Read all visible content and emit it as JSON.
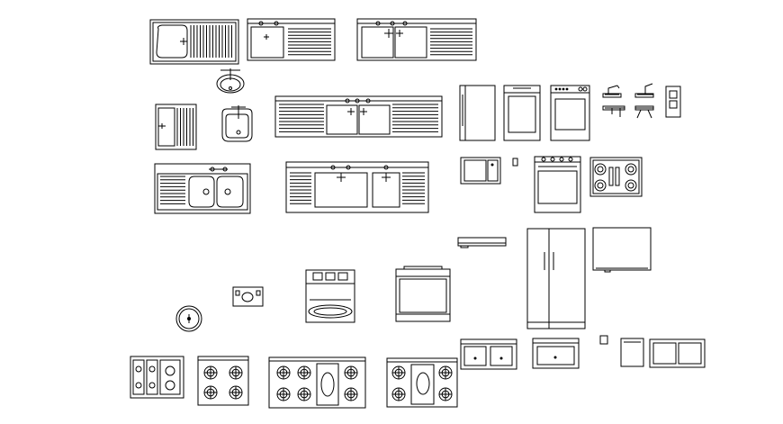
{
  "drawing": {
    "type": "cad-kitchen-appliance-blocks",
    "line_color": "#000000",
    "background": "#ffffff",
    "text_labels": []
  },
  "symbols": [
    {
      "id": "single-sink-drainboard-left",
      "kind": "sink",
      "count": 1
    },
    {
      "id": "drainboard-sink-right-bowl",
      "kind": "sink",
      "count": 2
    },
    {
      "id": "round-lavatory",
      "kind": "lavatory",
      "count": 1
    },
    {
      "id": "square-lavatory",
      "kind": "lavatory",
      "count": 1
    },
    {
      "id": "double-bowl-sink-drainboards",
      "kind": "sink",
      "count": 2
    },
    {
      "id": "bar-sink-drainboard-elevation",
      "kind": "sink",
      "count": 1
    },
    {
      "id": "double-bowl-drainboard-left",
      "kind": "sink",
      "count": 1
    },
    {
      "id": "refrigerator-side",
      "kind": "appliance",
      "count": 1
    },
    {
      "id": "dishwasher-front",
      "kind": "appliance",
      "count": 1
    },
    {
      "id": "range-front-elevation",
      "kind": "appliance",
      "count": 2
    },
    {
      "id": "faucet-symbols",
      "kind": "fixture",
      "count": 4
    },
    {
      "id": "wall-control-panel",
      "kind": "fixture",
      "count": 1
    },
    {
      "id": "microwave",
      "kind": "appliance",
      "count": 1
    },
    {
      "id": "wall-switch",
      "kind": "fixture",
      "count": 2
    },
    {
      "id": "cooktop-4-burner",
      "kind": "appliance",
      "count": 3
    },
    {
      "id": "range-hood-side",
      "kind": "appliance",
      "count": 1
    },
    {
      "id": "side-by-side-refrigerator",
      "kind": "appliance",
      "count": 1
    },
    {
      "id": "wall-oven-panel",
      "kind": "appliance",
      "count": 1
    },
    {
      "id": "floor-drain",
      "kind": "fixture",
      "count": 1
    },
    {
      "id": "small-lavatory",
      "kind": "lavatory",
      "count": 1
    },
    {
      "id": "utility-sink",
      "kind": "sink",
      "count": 1
    },
    {
      "id": "range-plan",
      "kind": "appliance",
      "count": 1
    },
    {
      "id": "cooktop-six-burner-griddle",
      "kind": "appliance",
      "count": 2
    },
    {
      "id": "double-bowl-sink-elevation",
      "kind": "sink",
      "count": 2
    },
    {
      "id": "single-bowl-sink-elevation",
      "kind": "sink",
      "count": 1
    },
    {
      "id": "trash-compactor",
      "kind": "appliance",
      "count": 1
    }
  ]
}
